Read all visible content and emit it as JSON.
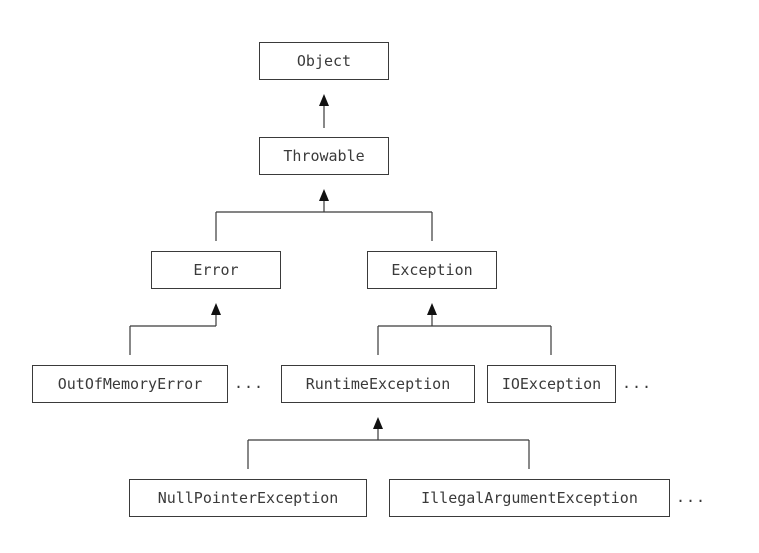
{
  "nodes": {
    "object": "Object",
    "throwable": "Throwable",
    "error": "Error",
    "exception": "Exception",
    "out_of_memory_error": "OutOfMemoryError",
    "runtime_exception": "RuntimeException",
    "io_exception": "IOException",
    "null_pointer_exception": "NullPointerException",
    "illegal_argument_exception": "IllegalArgumentException"
  },
  "more_indicator": "...",
  "colors": {
    "stroke": "#3a3a3a",
    "arrowhead": "#111111",
    "background": "#ffffff"
  }
}
